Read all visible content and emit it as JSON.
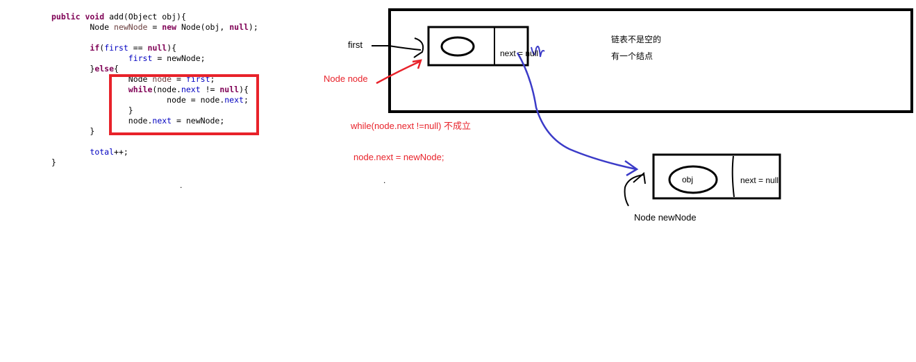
{
  "code": {
    "lines": [
      [
        {
          "t": "public void ",
          "c": "kw"
        },
        {
          "t": "add(Object obj){",
          "c": "plain"
        }
      ],
      [
        {
          "t": "        Node ",
          "c": "plain"
        },
        {
          "t": "newNode",
          "c": "var"
        },
        {
          "t": " = ",
          "c": "plain"
        },
        {
          "t": "new",
          "c": "kw"
        },
        {
          "t": " Node(obj, ",
          "c": "plain"
        },
        {
          "t": "null",
          "c": "kw"
        },
        {
          "t": ");",
          "c": "plain"
        }
      ],
      [
        {
          "t": "",
          "c": "plain"
        }
      ],
      [
        {
          "t": "        ",
          "c": "plain"
        },
        {
          "t": "if",
          "c": "kw"
        },
        {
          "t": "(",
          "c": "plain"
        },
        {
          "t": "first",
          "c": "fld"
        },
        {
          "t": " == ",
          "c": "plain"
        },
        {
          "t": "null",
          "c": "kw"
        },
        {
          "t": "){",
          "c": "plain"
        }
      ],
      [
        {
          "t": "                ",
          "c": "plain"
        },
        {
          "t": "first",
          "c": "fld"
        },
        {
          "t": " = newNode;",
          "c": "plain"
        }
      ],
      [
        {
          "t": "        }",
          "c": "plain"
        },
        {
          "t": "else",
          "c": "kw"
        },
        {
          "t": "{",
          "c": "plain"
        }
      ],
      [
        {
          "t": "                Node ",
          "c": "plain"
        },
        {
          "t": "node",
          "c": "var"
        },
        {
          "t": " = ",
          "c": "plain"
        },
        {
          "t": "first",
          "c": "fld"
        },
        {
          "t": ";",
          "c": "plain"
        }
      ],
      [
        {
          "t": "                ",
          "c": "plain"
        },
        {
          "t": "while",
          "c": "kw"
        },
        {
          "t": "(node.",
          "c": "plain"
        },
        {
          "t": "next",
          "c": "fld"
        },
        {
          "t": " != ",
          "c": "plain"
        },
        {
          "t": "null",
          "c": "kw"
        },
        {
          "t": "){",
          "c": "plain"
        }
      ],
      [
        {
          "t": "                        node = node.",
          "c": "plain"
        },
        {
          "t": "next",
          "c": "fld"
        },
        {
          "t": ";",
          "c": "plain"
        }
      ],
      [
        {
          "t": "                }",
          "c": "plain"
        }
      ],
      [
        {
          "t": "                node.",
          "c": "plain"
        },
        {
          "t": "next",
          "c": "fld"
        },
        {
          "t": " = newNode;",
          "c": "plain"
        }
      ],
      [
        {
          "t": "        }",
          "c": "plain"
        }
      ],
      [
        {
          "t": "",
          "c": "plain"
        }
      ],
      [
        {
          "t": "        ",
          "c": "plain"
        },
        {
          "t": "total",
          "c": "fld"
        },
        {
          "t": "++;",
          "c": "plain"
        }
      ],
      [
        {
          "t": "}",
          "c": "plain"
        }
      ]
    ]
  },
  "labels": {
    "first": "first",
    "node_node": "Node node",
    "list_not_empty": "链表不是空的",
    "one_node": "有一个结点",
    "while_condition": "while(node.next !=null) 不成立",
    "assign_next": "node.next = newNode;",
    "first_node_next": "next = null",
    "new_node_data": "obj",
    "new_node_next": "next = null",
    "new_node_label": "Node newNode",
    "dot_a": ".",
    "dot_b": "."
  },
  "colors": {
    "highlight": "#e8222a",
    "arrow_blue": "#3b3bc8",
    "ink": "#000000",
    "keyword": "#7f0055",
    "field": "#0000c0"
  }
}
